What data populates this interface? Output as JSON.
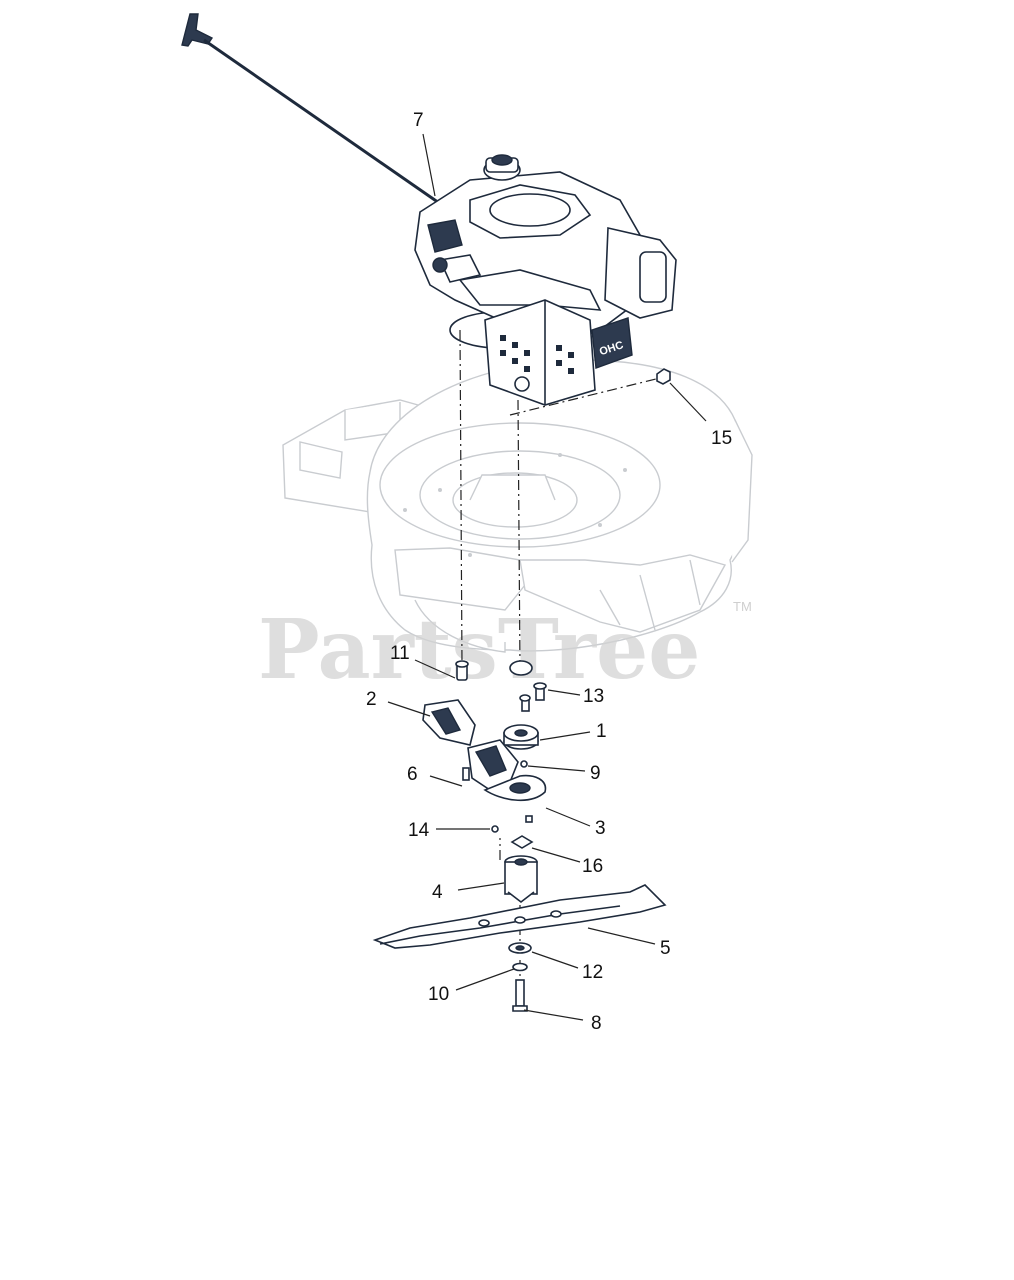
{
  "watermark": {
    "text": "PartsTree",
    "trademark": "TM"
  },
  "engine_label": "OHC",
  "callouts": {
    "c1": "1",
    "c2": "2",
    "c3": "3",
    "c4": "4",
    "c5": "5",
    "c6": "6",
    "c7": "7",
    "c8": "8",
    "c9": "9",
    "c10": "10",
    "c11": "11",
    "c12": "12",
    "c13": "13",
    "c14": "14",
    "c15": "15",
    "c16": "16"
  }
}
